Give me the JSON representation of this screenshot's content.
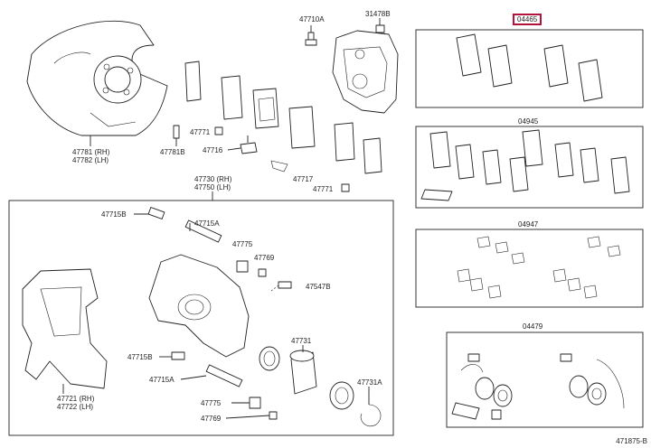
{
  "labels": {
    "p04465": "04465",
    "p04945": "04945",
    "p04947": "04947",
    "p04479": "04479",
    "p47710A": "47710A",
    "p31478B": "31478B",
    "p47781RH": "47781 (RH)",
    "p47782LH": "47782 (LH)",
    "p47781B": "47781B",
    "p47771a": "47771",
    "p47716": "47716",
    "p47717": "47717",
    "p47771b": "47771",
    "p47730RH": "47730 (RH)",
    "p47750LH": "47750 (LH)",
    "p47715B_top": "47715B",
    "p47715A_top": "47715A",
    "p47775_top": "47775",
    "p47769_top": "47769",
    "p47547B": "47547B",
    "p47731": "47731",
    "p47715B_bot": "47715B",
    "p47715A_bot": "47715A",
    "p47775_bot": "47775",
    "p47769_bot": "47769",
    "p47731A": "47731A",
    "p47721RH": "47721 (RH)",
    "p47722LH": "47722 (LH)"
  },
  "figure_number": "471875-B"
}
